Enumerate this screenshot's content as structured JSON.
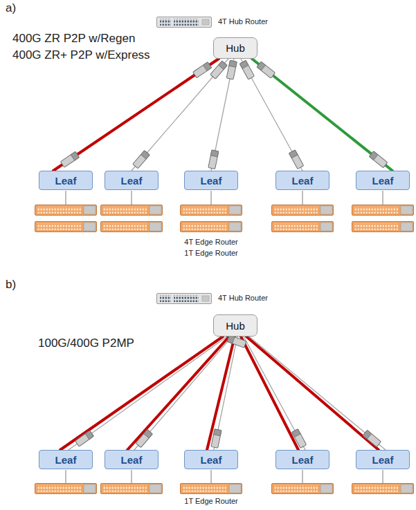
{
  "diagram": {
    "nodes": [
      {
        "text": [
          "Hub"
        ]
      },
      {
        "text": [
          "Leaf"
        ]
      },
      {
        "text": [
          "Leaf"
        ]
      },
      {
        "text": [
          "Leaf"
        ]
      },
      {
        "text": [
          "Leaf"
        ]
      },
      {
        "text": [
          "Leaf"
        ]
      },
      {
        "text": [
          "Hub"
        ]
      },
      {
        "text": [
          "Leaf"
        ]
      },
      {
        "text": [
          "Leaf"
        ]
      },
      {
        "text": [
          "Leaf"
        ]
      },
      {
        "text": [
          "Leaf"
        ]
      },
      {
        "text": [
          "Leaf"
        ]
      }
    ],
    "edges": [
      {
        "from": 0,
        "to": 1,
        "arrow": "none"
      },
      {
        "from": 0,
        "to": 2,
        "arrow": "none"
      },
      {
        "from": 0,
        "to": 3,
        "arrow": "none"
      },
      {
        "from": 0,
        "to": 4,
        "arrow": "none"
      },
      {
        "from": 0,
        "to": 5,
        "arrow": "none"
      },
      {
        "from": 6,
        "to": 7,
        "arrow": "none"
      },
      {
        "from": 6,
        "to": 7,
        "arrow": "none"
      },
      {
        "from": 6,
        "to": 8,
        "arrow": "none"
      },
      {
        "from": 6,
        "to": 8,
        "arrow": "none"
      },
      {
        "from": 6,
        "to": 9,
        "arrow": "none"
      },
      {
        "from": 6,
        "to": 9,
        "arrow": "none"
      },
      {
        "from": 6,
        "to": 10,
        "arrow": "none"
      },
      {
        "from": 6,
        "to": 10,
        "arrow": "none"
      },
      {
        "from": 6,
        "to": 11,
        "arrow": "none"
      },
      {
        "from": 6,
        "to": 11,
        "arrow": "none"
      }
    ],
    "labels": [
      "a)",
      "4T Hub Router",
      "400G ZR P2P w/Regen",
      "400G ZR+ P2P w/Express",
      "4T Edge Router",
      "1T Edge Router",
      "b)",
      "4T Hub Router",
      "100G/400G P2MP",
      "1T Edge Router"
    ]
  }
}
